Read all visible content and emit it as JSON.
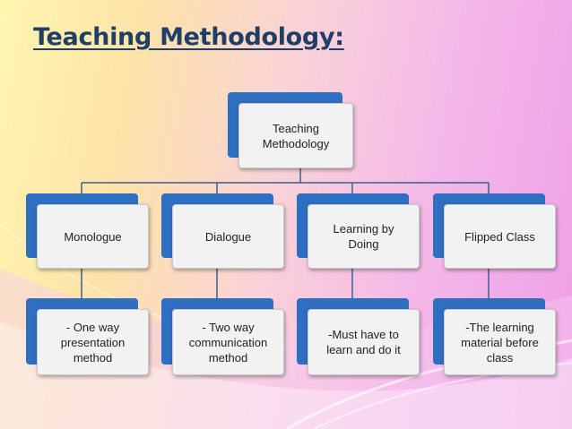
{
  "slide": {
    "title": "Teaching Methodology:"
  },
  "diagram": {
    "root": {
      "label": "Teaching\nMethodology"
    },
    "methods": [
      {
        "label": "Monologue",
        "detail": "- One way\npresentation\nmethod"
      },
      {
        "label": "Dialogue",
        "detail": "- Two way\ncommunication\nmethod"
      },
      {
        "label": "Learning by\nDoing",
        "detail": "-Must have to\nlearn and do it"
      },
      {
        "label": "Flipped Class",
        "detail": "-The learning\nmaterial before\nclass"
      }
    ]
  },
  "colors": {
    "title": "#1f3f66",
    "box_back": "#2f6fc2",
    "box_front": "#f2f2f2",
    "connector": "#3a5f8f"
  }
}
